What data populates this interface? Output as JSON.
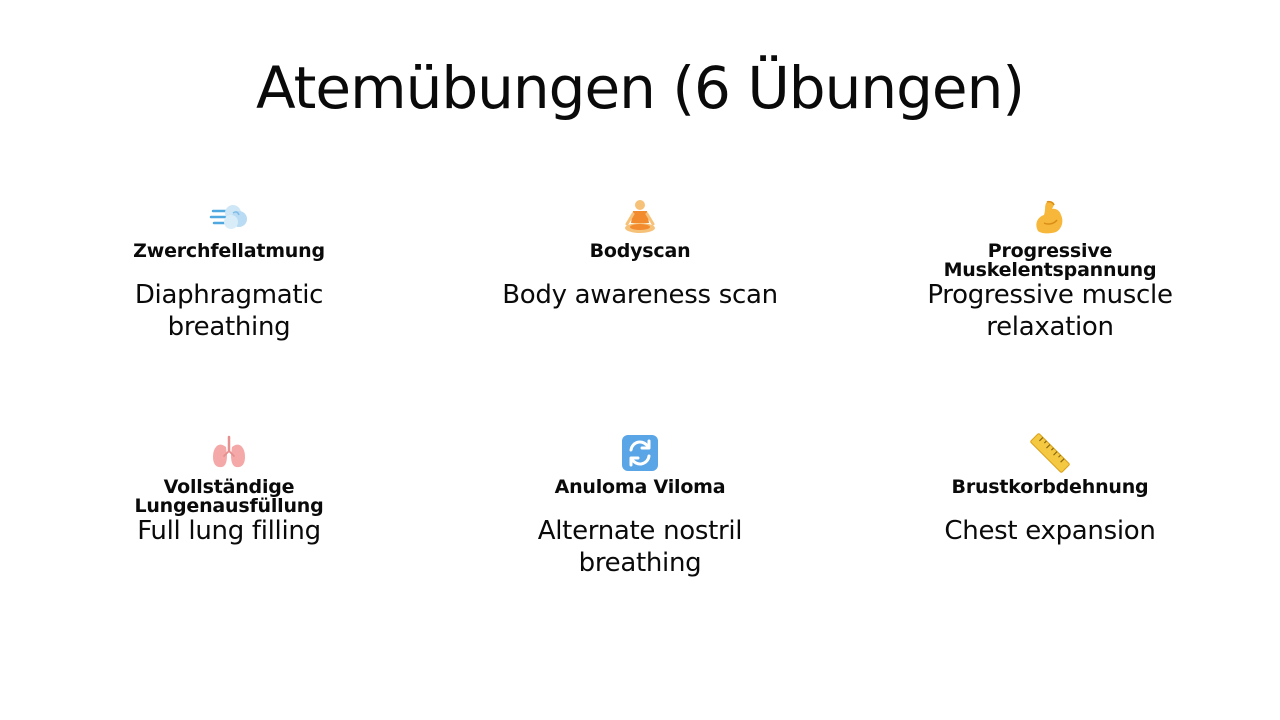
{
  "title": "Atemübungen (6 Übungen)",
  "exercises": [
    {
      "icon": "dashing-away-icon",
      "name": "Zwerchfellatmung",
      "desc": "Diaphragmatic breathing"
    },
    {
      "icon": "person-in-lotus-position-icon",
      "name": "Bodyscan",
      "desc": "Body awareness scan"
    },
    {
      "icon": "flexed-biceps-icon",
      "name": "Progressive Muskelentspannung",
      "desc": "Progressive muscle relaxation"
    },
    {
      "icon": "lungs-icon",
      "name": "Vollständige Lungenausfüllung",
      "desc": "Full lung filling"
    },
    {
      "icon": "counterclockwise-arrows-icon",
      "name": "Anuloma Viloma",
      "desc": "Alternate nostril breathing"
    },
    {
      "icon": "straight-ruler-icon",
      "name": "Brustkorbdehnung",
      "desc": "Chest expansion"
    }
  ]
}
